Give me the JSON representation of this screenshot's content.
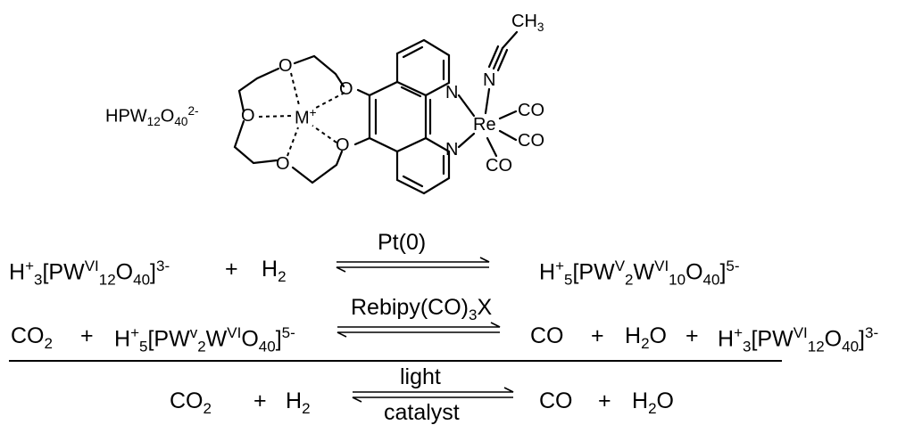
{
  "anion": {
    "formula_base": "HPW",
    "sub1": "12",
    "o": "O",
    "sub2": "40",
    "charge": "2-"
  },
  "molecule": {
    "atoms": {
      "o_top": "O",
      "o_upper": "O",
      "o_left": "O",
      "o_lower": "O",
      "o_bottom": "O",
      "metal": "M",
      "metal_charge": "+",
      "n_top": "N",
      "n_bottom": "N",
      "re": "Re",
      "nitrile_n": "N",
      "ch": "CH",
      "ch_sub": "3",
      "co1": "CO",
      "co2": "CO",
      "co3": "CO"
    }
  },
  "reactions": [
    {
      "left": {
        "h": "H",
        "h_sup": "+",
        "h_sub": "3",
        "br": "[PW",
        "w_sup": "VI",
        "w_sub": "12",
        "o": "O",
        "o_sub": "40",
        "close": "]",
        "charge": "3-",
        "plus": "+",
        "h2": "H",
        "h2_sub": "2"
      },
      "above": "Pt(0)",
      "right": {
        "h": "H",
        "h_sup": "+",
        "h_sub": "5",
        "br": "[PW",
        "w1_sup": "V",
        "w1_sub": "2",
        "w2": "W",
        "w2_sup": "VI",
        "w2_sub": "10",
        "o": "O",
        "o_sub": "40",
        "close": "]",
        "charge": "5-"
      }
    },
    {
      "left": {
        "co2": "CO",
        "co2_sub": "2",
        "plus": "+",
        "h": "H",
        "h_sup": "+",
        "h_sub": "5",
        "br": "[PW",
        "w1_sup": "v",
        "w1_sub": "2",
        "w2": "W",
        "w2_sup": "VI",
        "o": "O",
        "o_sub": "40",
        "close": "]",
        "charge": "5-"
      },
      "above": {
        "text": "Rebipy(CO)",
        "sub": "3",
        "tail": "X"
      },
      "right": {
        "co": "CO",
        "plus1": "+",
        "h2o": "H",
        "h2o_sub": "2",
        "h2o_o": "O",
        "plus2": "+",
        "h": "H",
        "h_sup": "+",
        "h_sub": "3",
        "br": "[PW",
        "w_sup": "VI",
        "w_sub": "12",
        "o": "O",
        "o_sub": "40",
        "close": "]",
        "charge": "3-"
      }
    },
    {
      "left": {
        "co2": "CO",
        "co2_sub": "2",
        "plus": "+",
        "h2": "H",
        "h2_sub": "2"
      },
      "above": "light",
      "below": "catalyst",
      "right": {
        "co": "CO",
        "plus": "+",
        "h2o": "H",
        "h2o_sub": "2",
        "h2o_o": "O"
      }
    }
  ]
}
